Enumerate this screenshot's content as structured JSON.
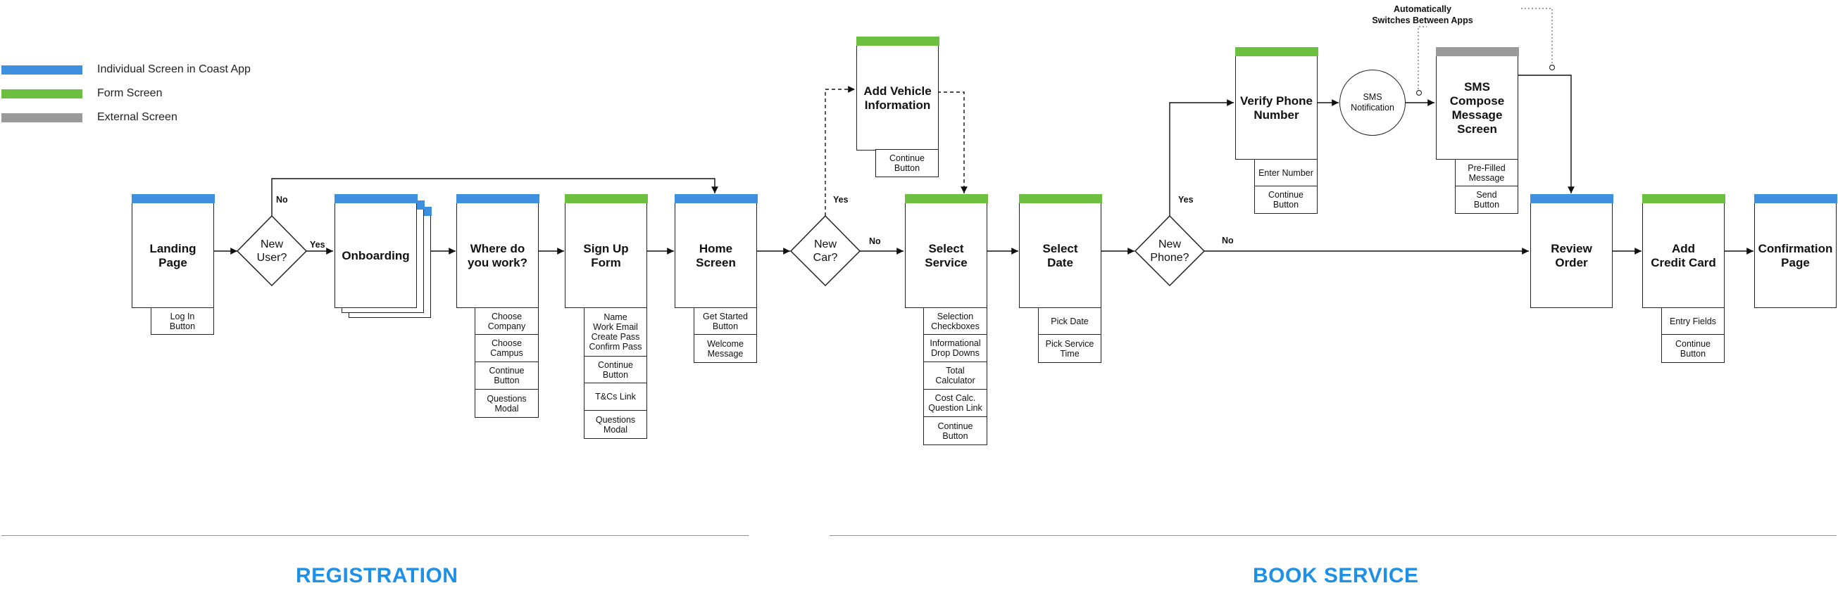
{
  "colors": {
    "app_screen": "#3f8fe0",
    "form_screen": "#6cbf3f",
    "external_screen": "#9a9a9a",
    "section_title": "#1e90e6"
  },
  "legend": {
    "app_screen": "Individual Screen in Coast App",
    "form_screen": "Form Screen",
    "external_screen": "External Screen"
  },
  "sections": {
    "registration": "REGISTRATION",
    "book_service": "BOOK SERVICE"
  },
  "screens": {
    "landing": {
      "title": "Landing\nPage",
      "items": [
        "Log In\nButton"
      ]
    },
    "onboarding": {
      "title": "Onboarding",
      "items": []
    },
    "where_work": {
      "title": "Where do\nyou work?",
      "items": [
        "Choose\nCompany",
        "Choose\nCampus",
        "Continue\nButton",
        "Questions\nModal"
      ]
    },
    "sign_up": {
      "title": "Sign Up\nForm",
      "items": [
        "Name\nWork Email\nCreate Pass\nConfirm Pass",
        "Continue\nButton",
        "T&Cs Link",
        "Questions\nModal"
      ]
    },
    "home": {
      "title": "Home\nScreen",
      "items": [
        "Get Started\nButton",
        "Welcome\nMessage"
      ]
    },
    "add_vehicle": {
      "title": "Add Vehicle\nInformation",
      "items": [
        "Continue\nButton"
      ]
    },
    "select_service": {
      "title": "Select\nService",
      "items": [
        "Selection\nCheckboxes",
        "Informational\nDrop Downs",
        "Total\nCalculator",
        "Cost Calc.\nQuestion Link",
        "Continue\nButton"
      ]
    },
    "select_date": {
      "title": "Select\nDate",
      "items": [
        "Pick Date",
        "Pick Service\nTime"
      ]
    },
    "verify_phone": {
      "title": "Verify Phone\nNumber",
      "items": [
        "Enter Number",
        "Continue\nButton"
      ]
    },
    "sms_compose": {
      "title": "SMS\nCompose\nMessage\nScreen",
      "items": [
        "Pre-Filled\nMessage",
        "Send\nButton"
      ]
    },
    "review_order": {
      "title": "Review\nOrder",
      "items": []
    },
    "add_credit_card": {
      "title": "Add\nCredit Card",
      "items": [
        "Entry Fields",
        "Continue\nButton"
      ]
    },
    "confirmation": {
      "title": "Confirmation\nPage",
      "items": []
    }
  },
  "decisions": {
    "new_user": "New\nUser?",
    "new_car": "New\nCar?",
    "new_phone": "New\nPhone?"
  },
  "sms_notification": "SMS\nNotification",
  "auto_switch_note": "Automatically\nSwitches Between Apps",
  "edge_labels": {
    "yes": "Yes",
    "no": "No"
  }
}
